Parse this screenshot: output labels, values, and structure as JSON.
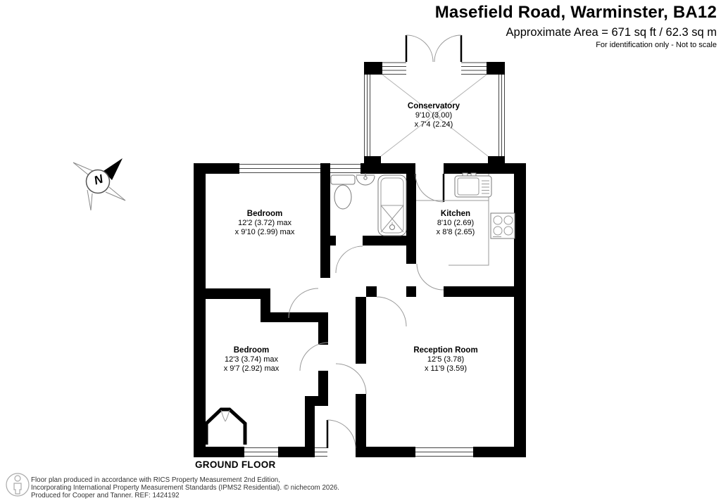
{
  "header": {
    "title": "Masefield Road, Warminster, BA12",
    "area": "Approximate Area = 671 sq ft / 62.3 sq m",
    "disclaimer": "For identification only - Not to scale"
  },
  "floor": {
    "label": "GROUND FLOOR"
  },
  "compass": {
    "letter": "N"
  },
  "rooms": [
    {
      "name": "Conservatory",
      "dim1": "9'10 (3.00)",
      "dim2": "x 7'4 (2.24)"
    },
    {
      "name": "Bedroom",
      "dim1": "12'2 (3.72) max",
      "dim2": "x 9'10 (2.99) max"
    },
    {
      "name": "Kitchen",
      "dim1": "8'10 (2.69)",
      "dim2": "x 8'8 (2.65)"
    },
    {
      "name": "Bedroom",
      "dim1": "12'3 (3.74) max",
      "dim2": "x 9'7 (2.92) max"
    },
    {
      "name": "Reception Room",
      "dim1": "12'5 (3.78)",
      "dim2": "x 11'9 (3.59)"
    }
  ],
  "footer": {
    "line1": "Floor plan produced in accordance with RICS Property Measurement 2nd Edition,",
    "line2": "Incorporating International Property Measurement Standards (IPMS2 Residential).   © nichecom 2026.",
    "line3": "Produced for Cooper and Tanner.    REF: 1424192"
  },
  "colors": {
    "wall": "#000000",
    "fixture": "#777777",
    "background": "#ffffff"
  }
}
